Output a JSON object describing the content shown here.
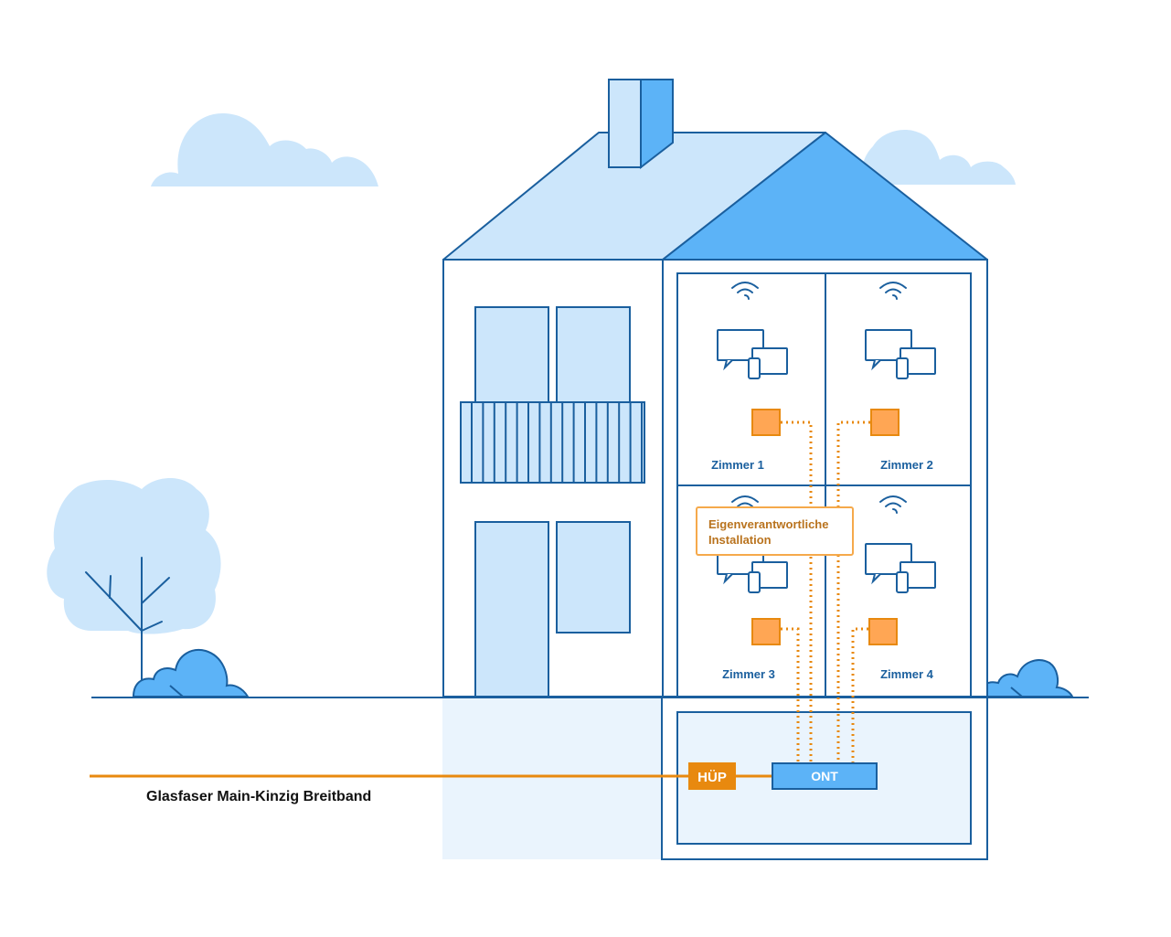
{
  "rooms": [
    {
      "label": "Zimmer 1"
    },
    {
      "label": "Zimmer 2"
    },
    {
      "label": "Zimmer 3"
    },
    {
      "label": "Zimmer 4"
    }
  ],
  "callout": {
    "line1": "Eigenverantwortliche",
    "line2": "Installation"
  },
  "hup": {
    "label": "HÜP"
  },
  "ont": {
    "label": "ONT"
  },
  "fiber": {
    "label": "Glasfaser Main-Kinzig Breitband"
  },
  "colors": {
    "outline": "#1a5f9e",
    "light_fill": "#cce6fb",
    "mid_fill": "#5cb3f7",
    "pale_fill": "#eaf4fd",
    "orange": "#e8890f",
    "orange_box": "#ffa654",
    "room_label": "#1a5f9e",
    "callout_text": "#b9731e"
  },
  "icons": [
    "wifi-icon",
    "monitor-icon",
    "tablet-icon",
    "phone-icon"
  ]
}
